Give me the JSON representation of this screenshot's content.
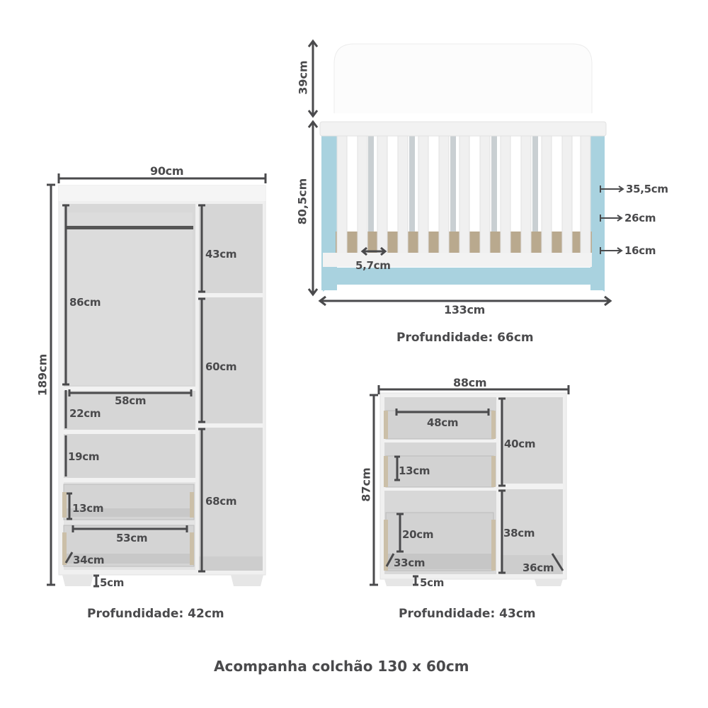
{
  "wardrobe": {
    "width": "90cm",
    "height": "189cm",
    "hanging_height": "86cm",
    "top_right_niche": "43cm",
    "middle_right_niche": "60cm",
    "bottom_right_niche": "68cm",
    "shelf_width": "58cm",
    "shelf_1_height": "22cm",
    "shelf_2_height": "19cm",
    "drawer_height": "13cm",
    "drawer_width": "53cm",
    "drawer_depth": "34cm",
    "foot_height": "5cm",
    "depth_caption": "Profundidade: 42cm"
  },
  "crib": {
    "headboard_height": "39cm",
    "height": "80,5cm",
    "width": "133cm",
    "slat_gap": "5,7cm",
    "level_1": "35,5cm",
    "level_2": "26cm",
    "level_3": "16cm",
    "depth_caption": "Profundidade: 66cm"
  },
  "dresser": {
    "width": "88cm",
    "height": "87cm",
    "drawer_width": "48cm",
    "drawer_height": "13cm",
    "large_drawer_height": "20cm",
    "large_drawer_depth": "33cm",
    "top_right_niche": "40cm",
    "bottom_right_niche": "38cm",
    "niche_depth": "36cm",
    "foot_height": "5cm",
    "depth_caption": "Profundidade: 43cm"
  },
  "footer": {
    "mattress_note": "Acompanha colchão 130 x 60cm"
  },
  "colors": {
    "furniture_white": "#f2f2f2",
    "interior_gray": "#d9d9d9",
    "dimension_line": "#4a4a4c",
    "crib_blue": "#a9d2df",
    "wood": "#b9a98e"
  }
}
